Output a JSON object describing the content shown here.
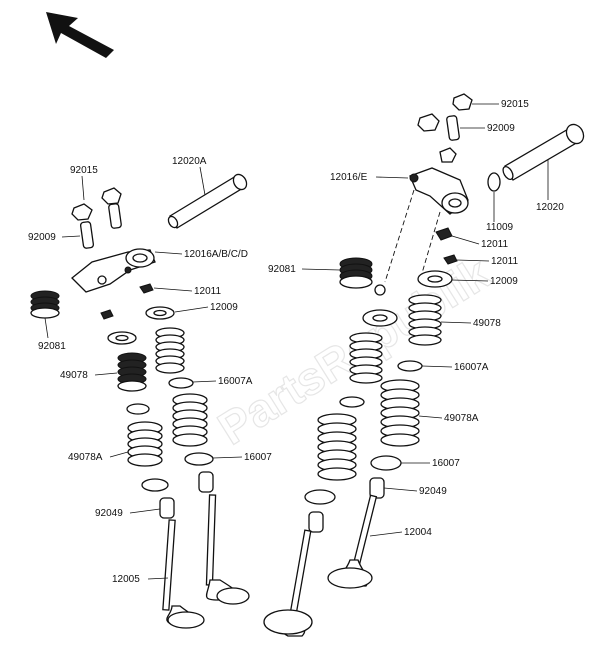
{
  "watermark": "PartsRepublik",
  "labels": {
    "l92015_left": "92015",
    "l12020A": "12020A",
    "l92009_left": "92009",
    "l12016A": "12016A/B/C/D",
    "l12011_left": "12011",
    "l12009_left": "12009",
    "l92081_left": "92081",
    "l49078_left": "49078",
    "l16007A_left": "16007A",
    "l49078A_left": "49078A",
    "l16007_left": "16007",
    "l92049_left": "92049",
    "l12005": "12005",
    "l92015_right": "92015",
    "l92009_right": "92009",
    "l12016E": "12016/E",
    "l12020": "12020",
    "l11009": "11009",
    "l12011_right": "12011",
    "l12011_right2": "12011",
    "l92081_right": "92081",
    "l12009_right": "12009",
    "l49078_right": "49078",
    "l16007A_right": "16007A",
    "l49078A_right": "49078A",
    "l16007_right": "16007",
    "l92049_right": "92049",
    "l12004": "12004"
  }
}
